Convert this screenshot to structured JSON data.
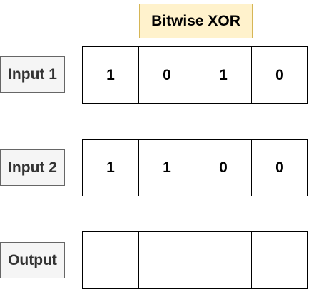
{
  "title": "Bitwise XOR",
  "rows": [
    {
      "label": "Input 1",
      "bits": [
        "1",
        "0",
        "1",
        "0"
      ]
    },
    {
      "label": "Input 2",
      "bits": [
        "1",
        "1",
        "0",
        "0"
      ]
    },
    {
      "label": "Output",
      "bits": [
        "",
        "",
        "",
        ""
      ]
    }
  ],
  "colors": {
    "title_fill": "#fff2cc",
    "title_border": "#d6b656",
    "label_fill": "#f5f5f5",
    "label_border": "#666666",
    "label_text": "#333333",
    "cell_border": "#000000"
  }
}
